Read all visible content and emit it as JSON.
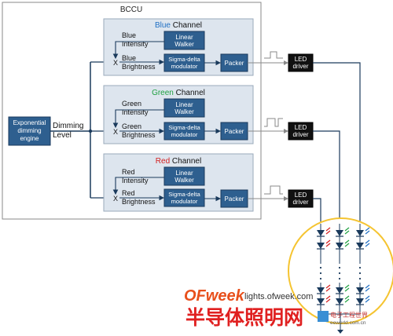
{
  "bccu_label": "BCCU",
  "engine_label": [
    "Exponential",
    "dimming",
    "engine"
  ],
  "dimming_level_label": [
    "Dimming",
    "Level"
  ],
  "channels": [
    {
      "id": "blue",
      "color_word": "Blue",
      "title_suffix": " Channel",
      "color": "#1f6fc4",
      "intensity_label": [
        "Blue",
        "Intensity"
      ],
      "brightness_label": [
        "Blue",
        "Brightness"
      ],
      "walker_label": [
        "Linear",
        "Walker"
      ],
      "modulator_label": [
        "Sigma-delta",
        "modulator"
      ],
      "packer_label": "Packer",
      "driver_label": [
        "LED",
        "driver"
      ]
    },
    {
      "id": "green",
      "color_word": "Green",
      "title_suffix": " Channel",
      "color": "#1fa040",
      "intensity_label": [
        "Green",
        "Intensity"
      ],
      "brightness_label": [
        "Green",
        "Brightness"
      ],
      "walker_label": [
        "Linear",
        "Walker"
      ],
      "modulator_label": [
        "Sigma-delta",
        "modulator"
      ],
      "packer_label": "Packer",
      "driver_label": [
        "LED",
        "driver"
      ]
    },
    {
      "id": "red",
      "color_word": "Red",
      "title_suffix": " Channel",
      "color": "#d42020",
      "intensity_label": [
        "Red",
        "Intensity"
      ],
      "brightness_label": [
        "Red",
        "Brightness"
      ],
      "walker_label": [
        "Linear",
        "Walker"
      ],
      "modulator_label": [
        "Sigma-delta",
        "modulator"
      ],
      "packer_label": "Packer",
      "driver_label": [
        "LED",
        "driver"
      ]
    }
  ],
  "multiply_symbol": "X",
  "watermark": {
    "brand": "OFweek",
    "site": "lights.ofweek.com",
    "chinese_title": "半导体照明网",
    "corner_logo": "电子工程世界",
    "corner_site": "eeworld.com.cn"
  },
  "colors": {
    "block_fill": "#2e5f8f",
    "channel_panel": "#dde5ee",
    "line": "#1a3a5c",
    "led_highlight": "#f5c431"
  }
}
